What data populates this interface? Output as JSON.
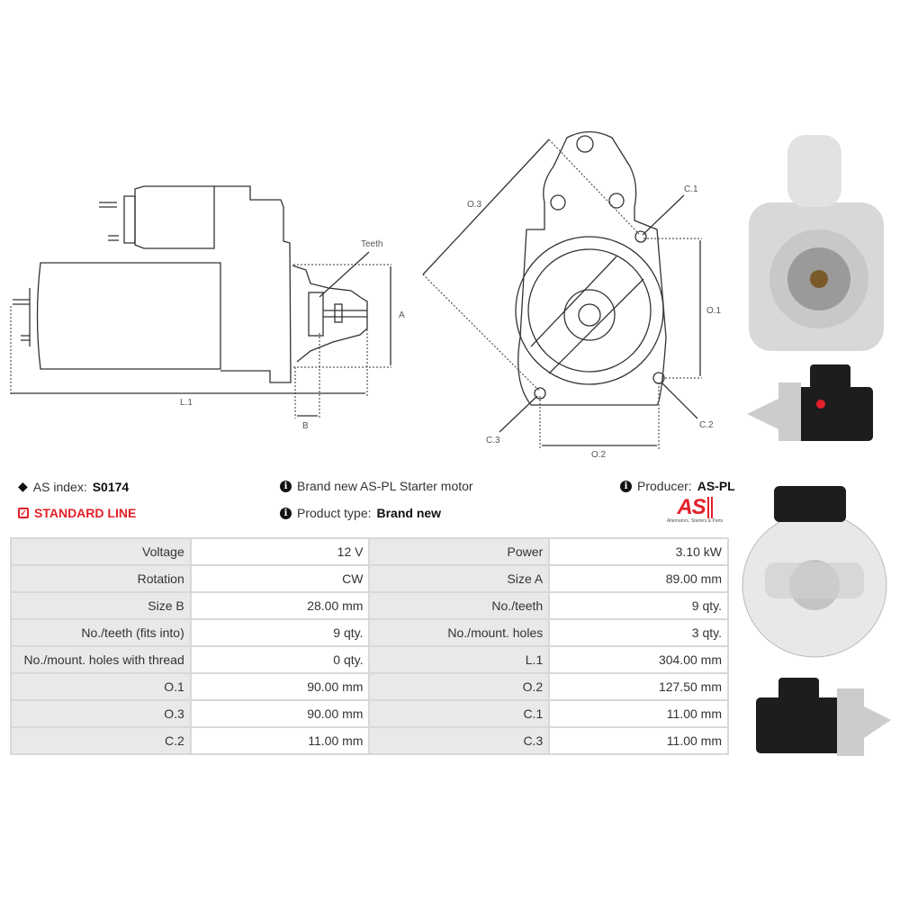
{
  "drawing": {
    "teeth_label": "Teeth",
    "label_a": "A",
    "label_b": "B",
    "label_l1": "L.1",
    "label_o1": "O.1",
    "label_o2": "O.2",
    "label_o3": "O.3",
    "label_c1": "C.1",
    "label_c2": "C.2",
    "label_c3": "C.3"
  },
  "info": {
    "as_index_label": "AS index:",
    "as_index_value": "S0174",
    "line": "STANDARD LINE",
    "description": "Brand new AS-PL Starter motor",
    "product_type_label": "Product type:",
    "product_type_value": "Brand new",
    "producer_label": "Producer:",
    "producer_value": "AS-PL",
    "logo_text": "AS",
    "logo_tagline": "Alternators, Starters & Parts"
  },
  "colors": {
    "accent": "#e3202a",
    "header_cell": "#e9e9e9",
    "border": "#d8d8d8"
  },
  "specs": [
    [
      {
        "k": "Voltage",
        "v": "12 V"
      },
      {
        "k": "Power",
        "v": "3.10 kW"
      }
    ],
    [
      {
        "k": "Rotation",
        "v": "CW"
      },
      {
        "k": "Size A",
        "v": "89.00 mm"
      }
    ],
    [
      {
        "k": "Size B",
        "v": "28.00 mm"
      },
      {
        "k": "No./teeth",
        "v": "9 qty."
      }
    ],
    [
      {
        "k": "No./teeth (fits into)",
        "v": "9 qty."
      },
      {
        "k": "No./mount. holes",
        "v": "3 qty."
      }
    ],
    [
      {
        "k": "No./mount. holes with thread",
        "v": "0 qty."
      },
      {
        "k": "L.1",
        "v": "304.00 mm"
      }
    ],
    [
      {
        "k": "O.1",
        "v": "90.00 mm"
      },
      {
        "k": "O.2",
        "v": "127.50 mm"
      }
    ],
    [
      {
        "k": "O.3",
        "v": "90.00 mm"
      },
      {
        "k": "C.1",
        "v": "11.00 mm"
      }
    ],
    [
      {
        "k": "C.2",
        "v": "11.00 mm"
      },
      {
        "k": "C.3",
        "v": "11.00 mm"
      }
    ]
  ]
}
